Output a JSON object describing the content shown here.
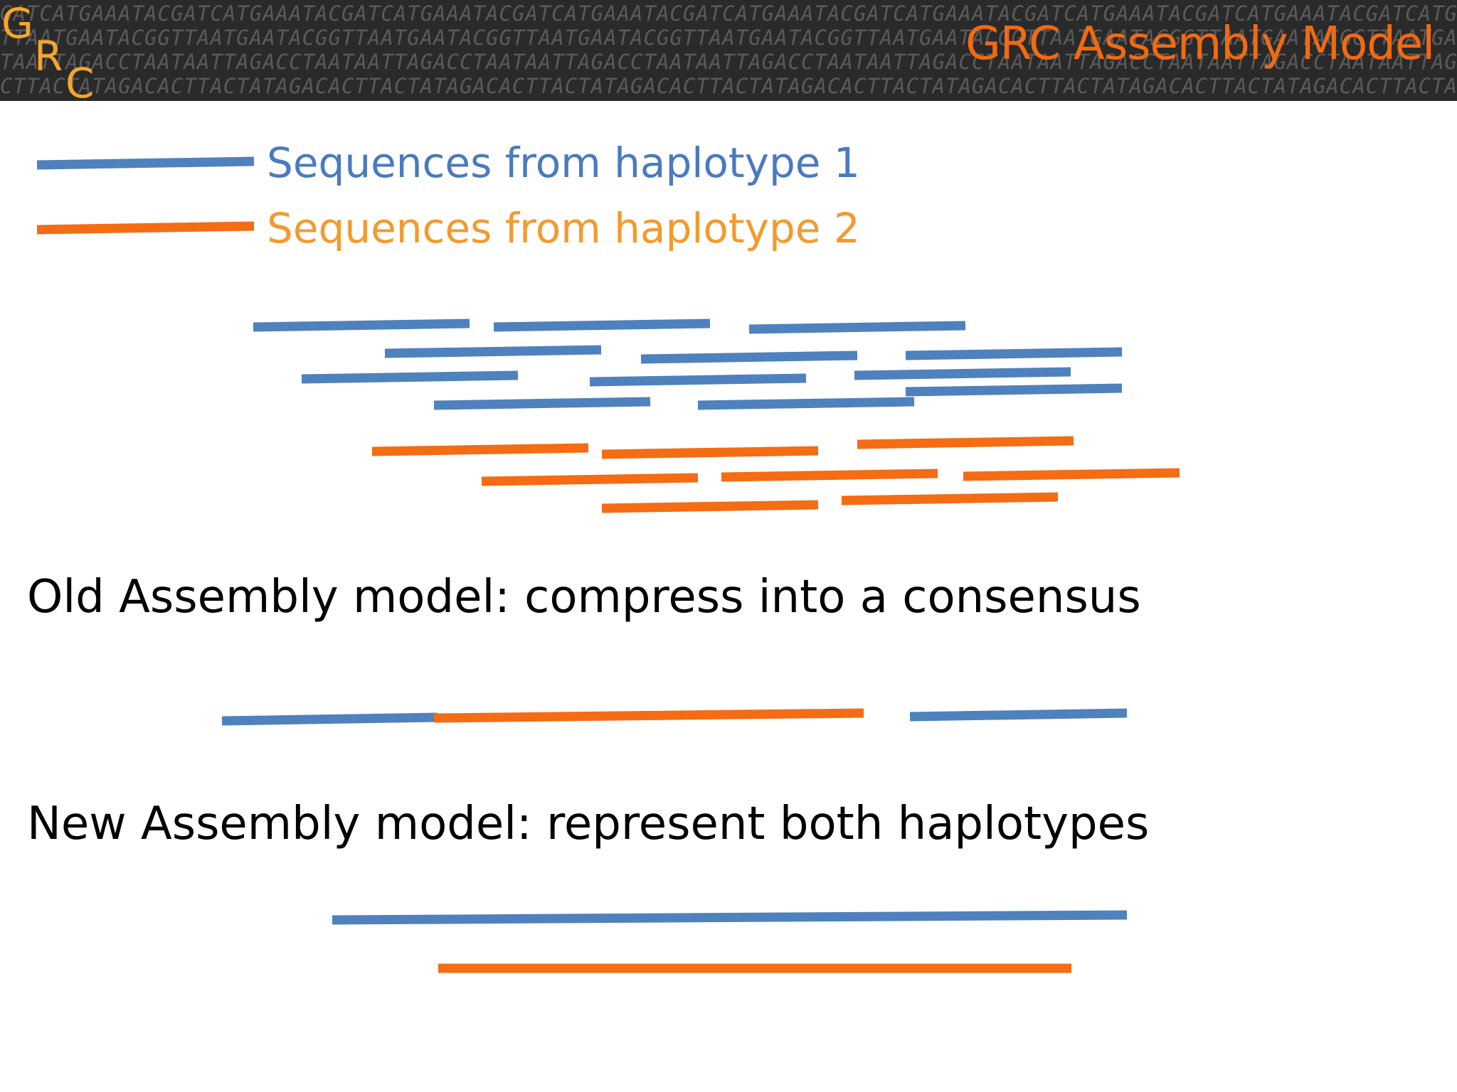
{
  "header": {
    "title": "GRC Assembly Model",
    "logo": {
      "g": "G",
      "r": "R",
      "c": "C"
    },
    "dna_rows": [
      "GATCATGAAATACGATCATGAAATACGATCATGAAATACGATCATGAAATACGATCATGAAATACGATCATGAAATACGATCATGAAATACGATCATGAAATACGATCATGAAA",
      "TTAATGAATACGGTTAATGAATACGGTTAATGAATACGGTTAATGAATACGGTTAATGAATACGGTTAATGAATACGGTTAATGAATACGGTTAATGAATACGGTTAATGAAT",
      "TAATTAGACCTAATAATTAGACCTAATAATTAGACCTAATAATTAGACCTAATAATTAGACCTAATAATTAGACCTAATAATTAGACCTAATAATTAGACCTAATAATTAGACC",
      "CTTACTATAGACACTTACTATAGACACTTACTATAGACACTTACTATAGACACTTACTATAGACACTTACTATAGACACTTACTATAGACACTTACTATAGACACTTACTATAGA"
    ]
  },
  "legend": {
    "haplotype_1": "Sequences from haplotype 1",
    "haplotype_2": "Sequences from haplotype 2"
  },
  "captions": {
    "old_model": "Old Assembly model: compress into a consensus",
    "new_model": "New Assembly model: represent both haplotypes"
  },
  "colors": {
    "haplotype_1": "#4f81bd",
    "haplotype_2": "#f46c14",
    "header_bg": "#2a2a2a",
    "title": "#f26a12",
    "logo": "#f6a52b"
  }
}
